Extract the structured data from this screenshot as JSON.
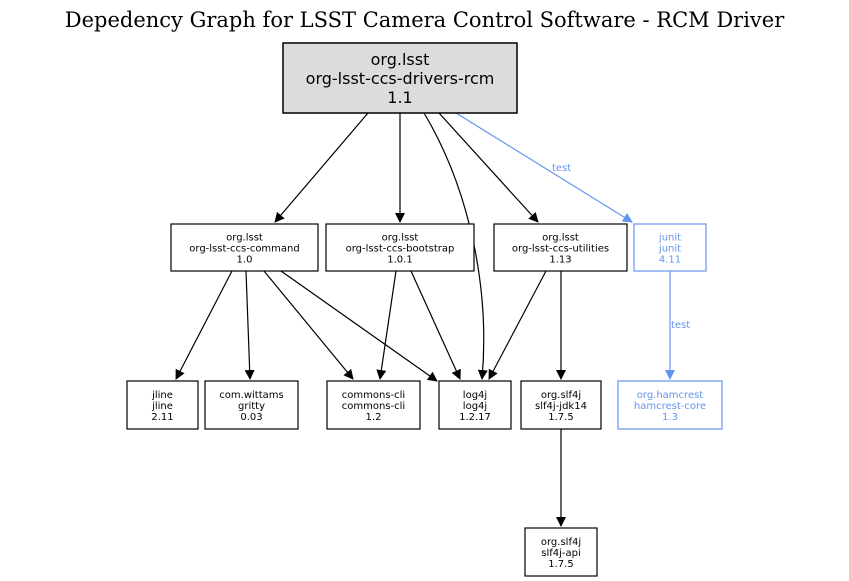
{
  "title": "Depedency Graph for LSST Camera Control Software - RCM Driver",
  "colors": {
    "default_stroke": "#000000",
    "root_fill": "#dcdcdc",
    "test_scope": "#6495ed",
    "node_fill": "#ffffff"
  },
  "nodes": {
    "rcm": {
      "group": "org.lsst",
      "artifact": "org-lsst-ccs-drivers-rcm",
      "version": "1.1",
      "scope": "root"
    },
    "command": {
      "group": "org.lsst",
      "artifact": "org-lsst-ccs-command",
      "version": "1.0",
      "scope": "compile"
    },
    "bootstrap": {
      "group": "org.lsst",
      "artifact": "org-lsst-ccs-bootstrap",
      "version": "1.0.1",
      "scope": "compile"
    },
    "utilities": {
      "group": "org.lsst",
      "artifact": "org-lsst-ccs-utilities",
      "version": "1.13",
      "scope": "compile"
    },
    "junit": {
      "group": "junit",
      "artifact": "junit",
      "version": "4.11",
      "scope": "test"
    },
    "jline": {
      "group": "jline",
      "artifact": "jline",
      "version": "2.11",
      "scope": "compile"
    },
    "gritty": {
      "group": "com.wittams",
      "artifact": "gritty",
      "version": "0.03",
      "scope": "compile"
    },
    "commonscli": {
      "group": "commons-cli",
      "artifact": "commons-cli",
      "version": "1.2",
      "scope": "compile"
    },
    "log4j": {
      "group": "log4j",
      "artifact": "log4j",
      "version": "1.2.17",
      "scope": "compile"
    },
    "slf4jjdk14": {
      "group": "org.slf4j",
      "artifact": "slf4j-jdk14",
      "version": "1.7.5",
      "scope": "compile"
    },
    "hamcrest": {
      "group": "org.hamcrest",
      "artifact": "hamcrest-core",
      "version": "1.3",
      "scope": "test"
    },
    "slf4japi": {
      "group": "org.slf4j",
      "artifact": "slf4j-api",
      "version": "1.7.5",
      "scope": "compile"
    }
  },
  "edges": [
    {
      "from": "rcm",
      "to": "command",
      "label": ""
    },
    {
      "from": "rcm",
      "to": "bootstrap",
      "label": ""
    },
    {
      "from": "rcm",
      "to": "log4j",
      "label": ""
    },
    {
      "from": "rcm",
      "to": "utilities",
      "label": ""
    },
    {
      "from": "rcm",
      "to": "junit",
      "label": "test"
    },
    {
      "from": "command",
      "to": "jline",
      "label": ""
    },
    {
      "from": "command",
      "to": "gritty",
      "label": ""
    },
    {
      "from": "command",
      "to": "commonscli",
      "label": ""
    },
    {
      "from": "command",
      "to": "log4j",
      "label": ""
    },
    {
      "from": "bootstrap",
      "to": "commonscli",
      "label": ""
    },
    {
      "from": "bootstrap",
      "to": "log4j",
      "label": ""
    },
    {
      "from": "utilities",
      "to": "log4j",
      "label": ""
    },
    {
      "from": "utilities",
      "to": "slf4jjdk14",
      "label": ""
    },
    {
      "from": "junit",
      "to": "hamcrest",
      "label": "test"
    },
    {
      "from": "slf4jjdk14",
      "to": "slf4japi",
      "label": ""
    }
  ]
}
